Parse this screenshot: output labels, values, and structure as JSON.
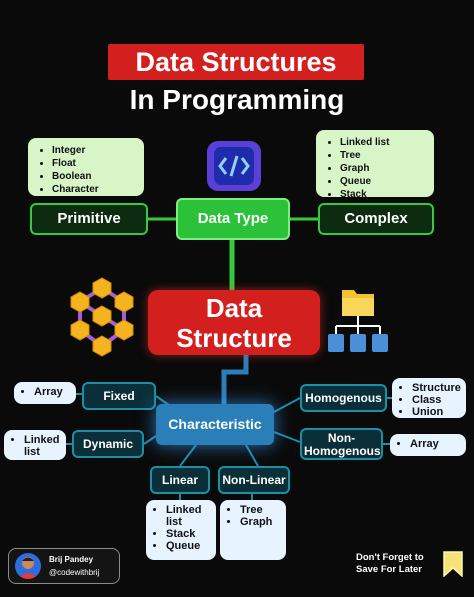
{
  "title": {
    "line1": "Data Structures",
    "line2": "In Programming"
  },
  "data_type": {
    "label": "Data Type",
    "primitive": {
      "label": "Primitive",
      "items": [
        "Integer",
        "Float",
        "Boolean",
        "Character"
      ]
    },
    "complex": {
      "label": "Complex",
      "items": [
        "Linked list",
        "Tree",
        "Graph",
        "Queue",
        "Stack"
      ]
    }
  },
  "center": {
    "line1": "Data",
    "line2": "Structure"
  },
  "characteristic": {
    "label": "Characteristic",
    "fixed": {
      "label": "Fixed",
      "items": [
        "Array"
      ]
    },
    "dynamic": {
      "label": "Dynamic",
      "items": [
        "Linked list"
      ]
    },
    "linear": {
      "label": "Linear",
      "items": [
        "Linked list",
        "Stack",
        "Queue"
      ]
    },
    "non_linear": {
      "label": "Non-Linear",
      "items": [
        "Tree",
        "Graph"
      ]
    },
    "homogenous": {
      "label": "Homogenous",
      "items": [
        "Structure",
        "Class",
        "Union"
      ]
    },
    "non_homogenous": {
      "label": "Non-Homogenous",
      "items": [
        "Array"
      ]
    }
  },
  "author": {
    "name": "Brij Pandey",
    "handle": "@codewithbrij"
  },
  "save": {
    "line1": "Don't Forget to",
    "line2": "Save For Later"
  },
  "colors": {
    "red": "#d41f1f",
    "green": "#2bc23a",
    "teal": "#1a8fa6",
    "blue": "#2b7fb8",
    "note_green": "#d8f5c8"
  },
  "icons": [
    "code-icon",
    "hexagon-network-icon",
    "folder-tree-icon",
    "bookmark-icon"
  ]
}
